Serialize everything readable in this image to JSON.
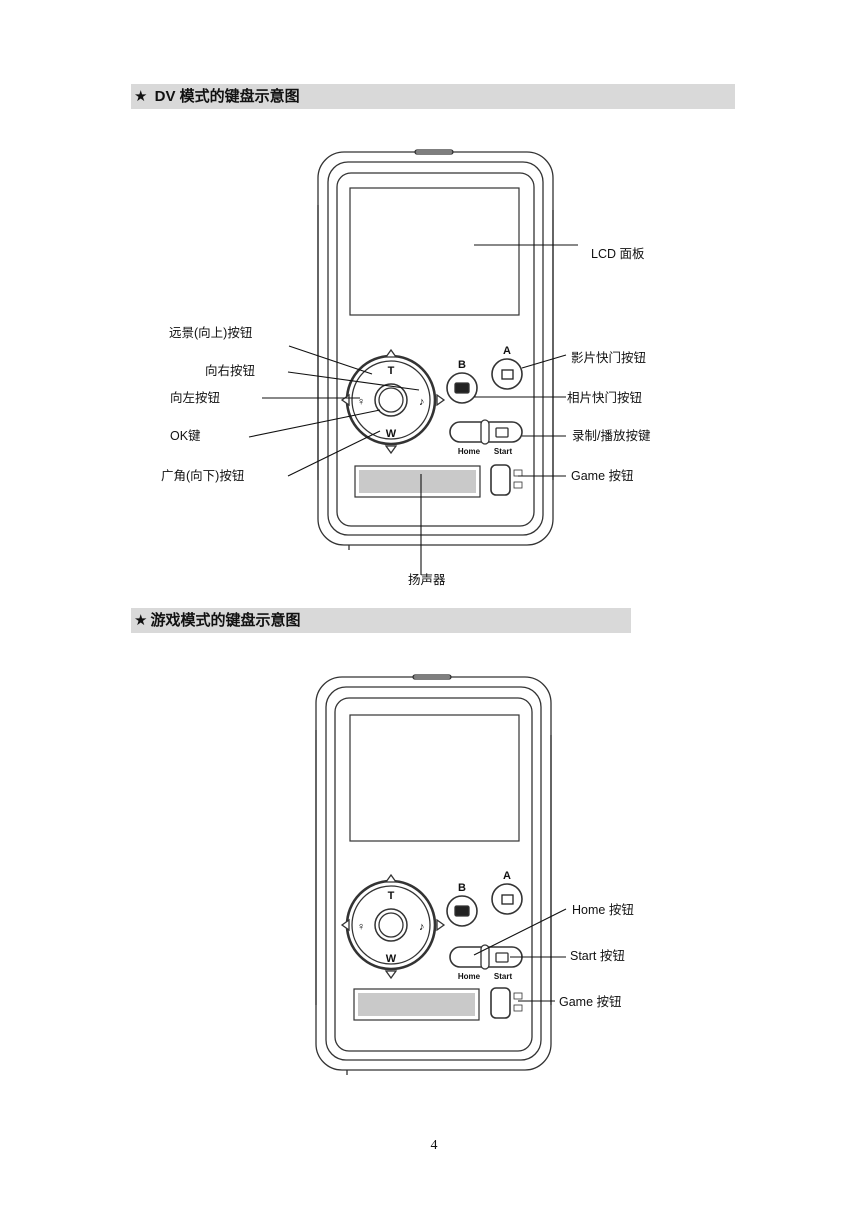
{
  "sections": [
    {
      "title_star": "★",
      "title_text": " DV  模式的键盘示意图",
      "labels": {
        "lcd": "LCD  面板",
        "tele": "远景(向上)按钮",
        "right": "向右按钮",
        "left": "向左按钮",
        "ok": "OK键",
        "wide": "广角(向下)按钮",
        "video_shutter": "影片快门按钮",
        "photo_shutter": "相片快门按钮",
        "record_play": "录制/播放按键",
        "game": "Game  按钮",
        "speaker": "扬声器"
      }
    },
    {
      "title_star": "★",
      "title_text": "游戏模式的键盘示意图",
      "labels": {
        "home": "Home  按钮",
        "start": "Start  按钮",
        "game": "Game  按钮"
      }
    }
  ],
  "device": {
    "button_B": "B",
    "button_A": "A",
    "dpad_T": "T",
    "dpad_W": "W",
    "home_caption": "Home",
    "start_caption": "Start"
  },
  "page_number": "4"
}
